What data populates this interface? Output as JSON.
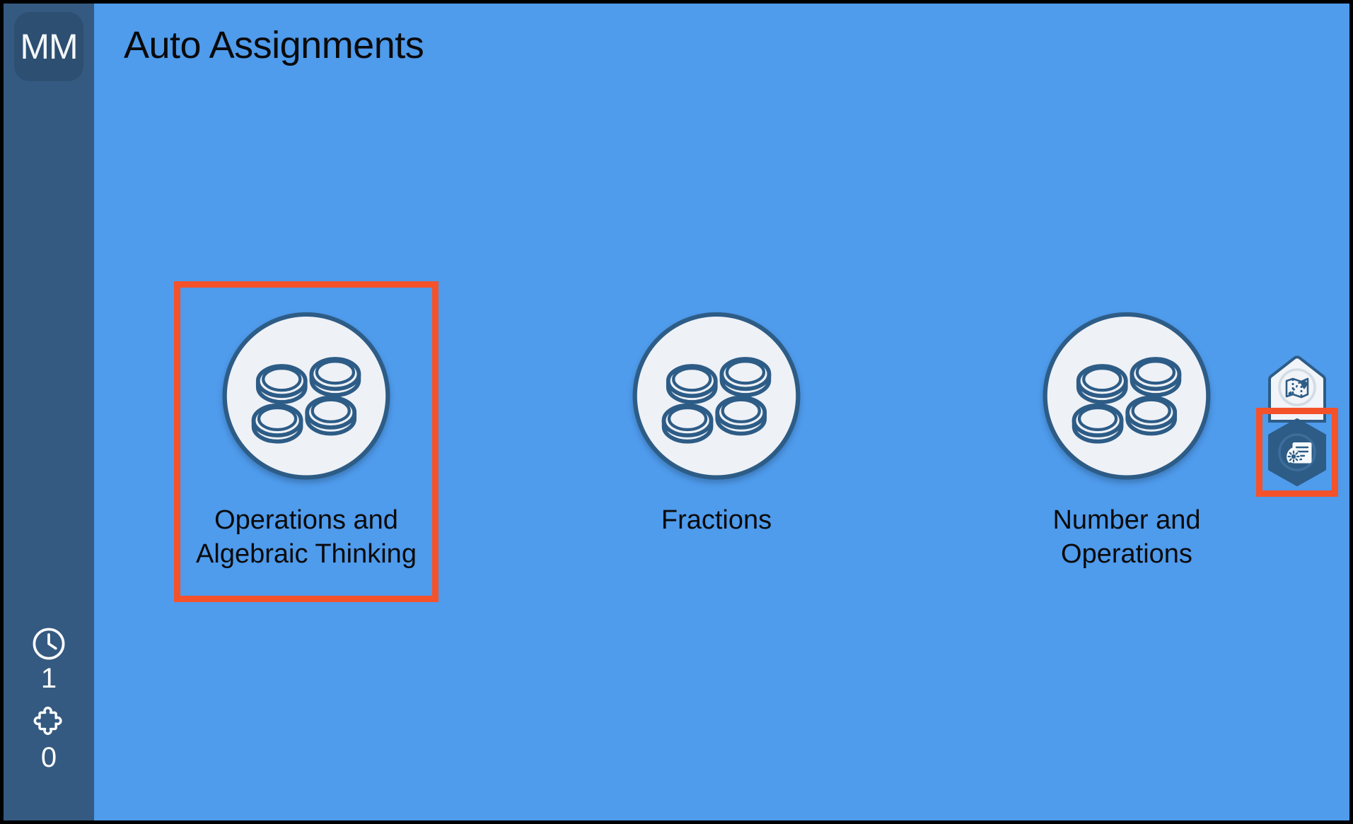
{
  "app": {
    "title": "Auto Assignments",
    "background_color": "#4f9bec",
    "sidebar_color": "#355a81",
    "accent_color": "#2d5c86",
    "highlight_color": "#f4522b",
    "text_color": "#0a0a0a"
  },
  "sidebar": {
    "avatar": {
      "initials": "MM",
      "name": "user-avatar"
    },
    "stats": [
      {
        "icon": "clock-icon",
        "label": "time",
        "value": "1"
      },
      {
        "icon": "puzzle-piece-icon",
        "label": "puzzles",
        "value": "0"
      }
    ]
  },
  "main": {
    "heading": "Auto Assignments",
    "categories": [
      {
        "label": "Operations and Algebraic Thinking",
        "icon": "four-coins-circle-icon",
        "selected": true
      },
      {
        "label": "Fractions",
        "icon": "four-coins-circle-icon",
        "selected": false
      },
      {
        "label": "Number and Operations",
        "icon": "four-coins-circle-icon",
        "selected": false
      }
    ]
  },
  "badge_rail": [
    {
      "name": "map-badge",
      "icon": "map-icon",
      "style": "light",
      "selected": false
    },
    {
      "name": "auto-assignments-badge",
      "icon": "document-gear-icon",
      "style": "dark",
      "selected": true
    }
  ]
}
